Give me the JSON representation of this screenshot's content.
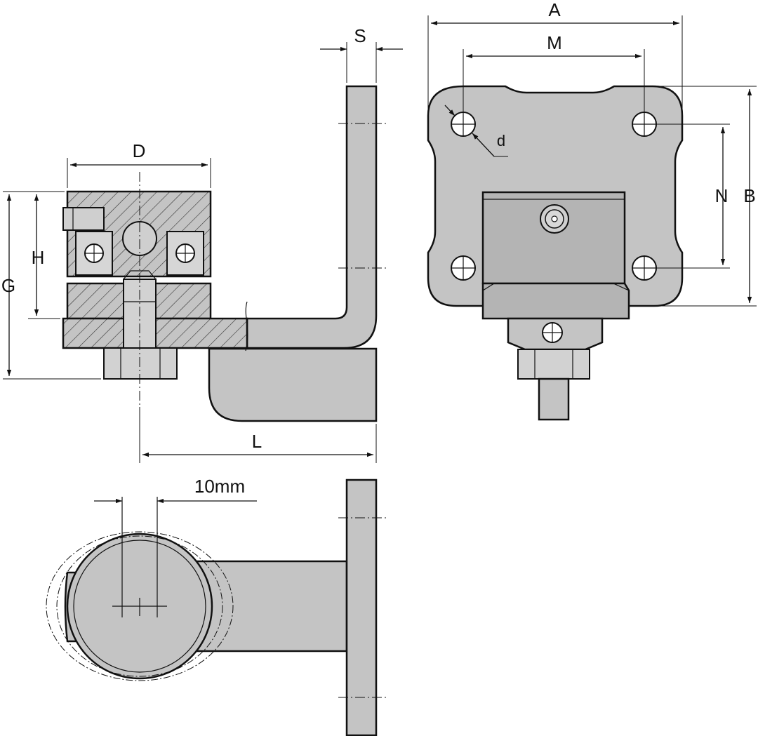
{
  "dimensions": {
    "A": "A",
    "M": "M",
    "S": "S",
    "D": "D",
    "d": "d",
    "N": "N",
    "B": "B",
    "H": "H",
    "G": "G",
    "L": "L",
    "offset": "10mm"
  },
  "colors": {
    "part_fill": "#c4c4c4",
    "line": "#111111",
    "background": "#ffffff"
  }
}
